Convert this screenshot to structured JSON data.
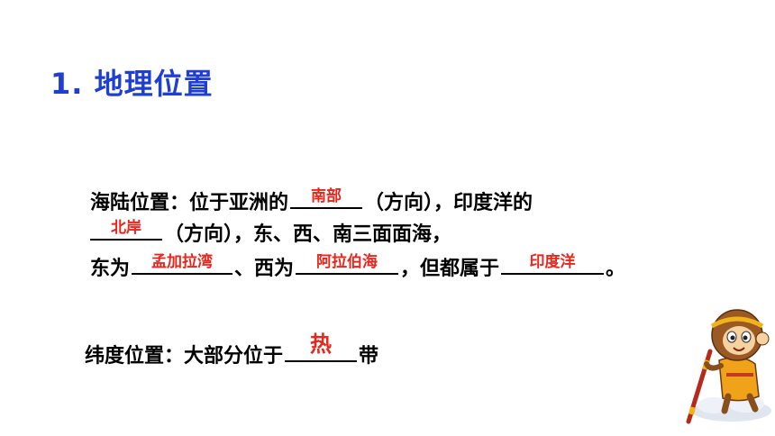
{
  "colors": {
    "title": "#1f3fd1",
    "answer": "#e8261c",
    "text": "#000000"
  },
  "title": "1. 地理位置",
  "sea_land": {
    "line1": {
      "prefix": "海陆位置：位于亚洲的",
      "answer1": "南部",
      "suffix": "（方向），印度洋的"
    },
    "line2": {
      "answer2": "北岸",
      "suffix": "（方向），东、西、南三面面海，"
    },
    "line3": {
      "prefix": "东为",
      "answer3": "孟加拉湾",
      "mid1": "、西为",
      "answer4": "阿拉伯海",
      "mid2": "，但都属于",
      "answer5": "印度洋",
      "end": "。"
    }
  },
  "latitude": {
    "prefix": "纬度位置：大部分位于",
    "answer": "热",
    "suffix": "带"
  },
  "mascot_icon": "monkey-king-icon"
}
